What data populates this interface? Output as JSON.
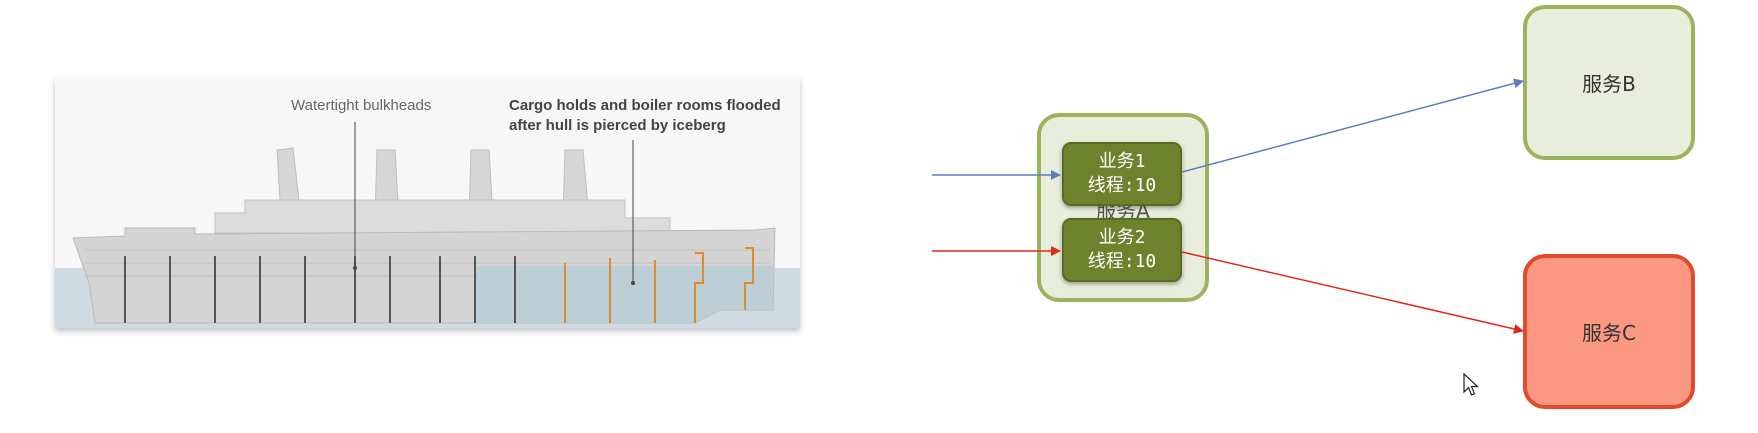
{
  "ship_image": {
    "label_bulkheads": "Watertight bulkheads",
    "label_flooded_line1": "Cargo holds and boiler rooms flooded",
    "label_flooded_line2": "after hull is pierced by iceberg",
    "colors": {
      "hull": "#d4d4d4",
      "water": "#c9d8e0",
      "flooded_bulkhead": "#e08a2c",
      "bulkhead": "#555555"
    }
  },
  "diagram": {
    "service_a": {
      "label": "服务A"
    },
    "service_b": {
      "label": "服务B"
    },
    "service_c": {
      "label": "服务C"
    },
    "business_1": {
      "name": "业务1",
      "threads": "线程:10"
    },
    "business_2": {
      "name": "业务2",
      "threads": "线程:10"
    },
    "colors": {
      "blue_arrow": "#5a7fbf",
      "red_arrow": "#e0281e",
      "service_fill": "#e9eddb",
      "service_border": "#9cb35d",
      "business_fill": "#6e812c",
      "service_c_fill": "#fa9882",
      "service_c_border": "#e24a2c"
    }
  }
}
